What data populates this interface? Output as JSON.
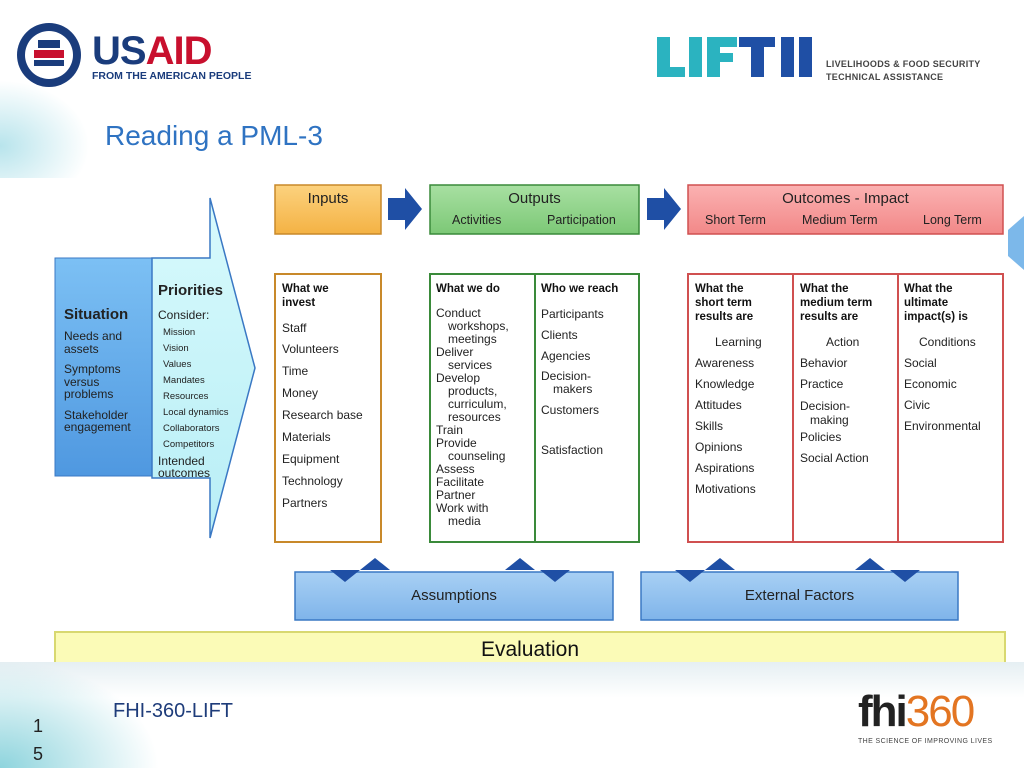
{
  "header": {
    "usaid_left": "US",
    "usaid_right": "AID",
    "usaid_tagline": "FROM THE AMERICAN PEOPLE",
    "lift_word": "LIFT II",
    "lift_line1": "LIVELIHOODS & FOOD SECURITY",
    "lift_line2": "TECHNICAL ASSISTANCE"
  },
  "title": "Reading a PML-3",
  "diagram": {
    "situation": {
      "title": "Situation",
      "items": [
        "Needs and",
        "assets",
        "Symptoms",
        "versus",
        "problems",
        "Stakeholder",
        "engagement"
      ]
    },
    "priorities": {
      "title": "Priorities",
      "consider": "Consider:",
      "items": [
        "Mission",
        "Vision",
        "Values",
        "Mandates",
        "Resources",
        "Local dynamics",
        "Collaborators",
        "Competitors"
      ],
      "intended": "Intended",
      "outcomes": "outcomes"
    },
    "inputs": {
      "header": "Inputs",
      "col_head": [
        "What we",
        "invest"
      ],
      "items": [
        "Staff",
        "Volunteers",
        "Time",
        "Money",
        "Research base",
        "Materials",
        "Equipment",
        "Technology",
        "Partners"
      ]
    },
    "outputs": {
      "header": "Outputs",
      "sub_activities": "Activities",
      "sub_participation": "Participation",
      "do_head": "What we do",
      "do_items": [
        "Conduct",
        "workshops,",
        "meetings",
        "Deliver",
        "services",
        "Develop",
        "products,",
        "curriculum,",
        "resources",
        "Train",
        "Provide",
        "counseling",
        "Assess",
        "Facilitate",
        "Partner",
        "Work with",
        "media"
      ],
      "reach_head": "Who we reach",
      "reach_items": [
        "Participants",
        "Clients",
        "Agencies",
        "Decision-",
        "makers",
        "Customers",
        "Satisfaction"
      ]
    },
    "outcomes": {
      "header": "Outcomes - Impact",
      "sub_short": "Short Term",
      "sub_medium": "Medium Term",
      "sub_long": "Long Term",
      "short_head": [
        "What the",
        "short term",
        "results are"
      ],
      "short_items": [
        "Learning",
        "Awareness",
        "Knowledge",
        "Attitudes",
        "Skills",
        "Opinions",
        "Aspirations",
        "Motivations"
      ],
      "medium_head": [
        "What the",
        "medium term",
        "results are"
      ],
      "medium_items": [
        "Action",
        "Behavior",
        "Practice",
        "Decision-",
        "making",
        "Policies",
        "Social Action"
      ],
      "long_head": [
        "What the",
        "ultimate",
        "impact(s) is"
      ],
      "long_items": [
        "Conditions",
        "Social",
        "Economic",
        "Civic",
        "Environmental"
      ]
    },
    "assumptions": "Assumptions",
    "external_factors": "External Factors",
    "evaluation": "Evaluation"
  },
  "footer": {
    "label": "FHI-360-LIFT",
    "page_line1": "1",
    "page_line2": "5",
    "fhi_word": "fhi",
    "fhi_num": "360",
    "fhi_tagline": "THE SCIENCE OF IMPROVING LIVES"
  },
  "colors": {
    "situation_blue": "#5ea8e8",
    "priorities_cyan": "#c8f4f8",
    "inputs_orange": "#f8be5a",
    "outputs_green": "#8fd28a",
    "outcomes_red": "#f79b9b",
    "arrow_navy": "#1f4fa5",
    "evaluation_yellow": "#fbfbb7"
  }
}
